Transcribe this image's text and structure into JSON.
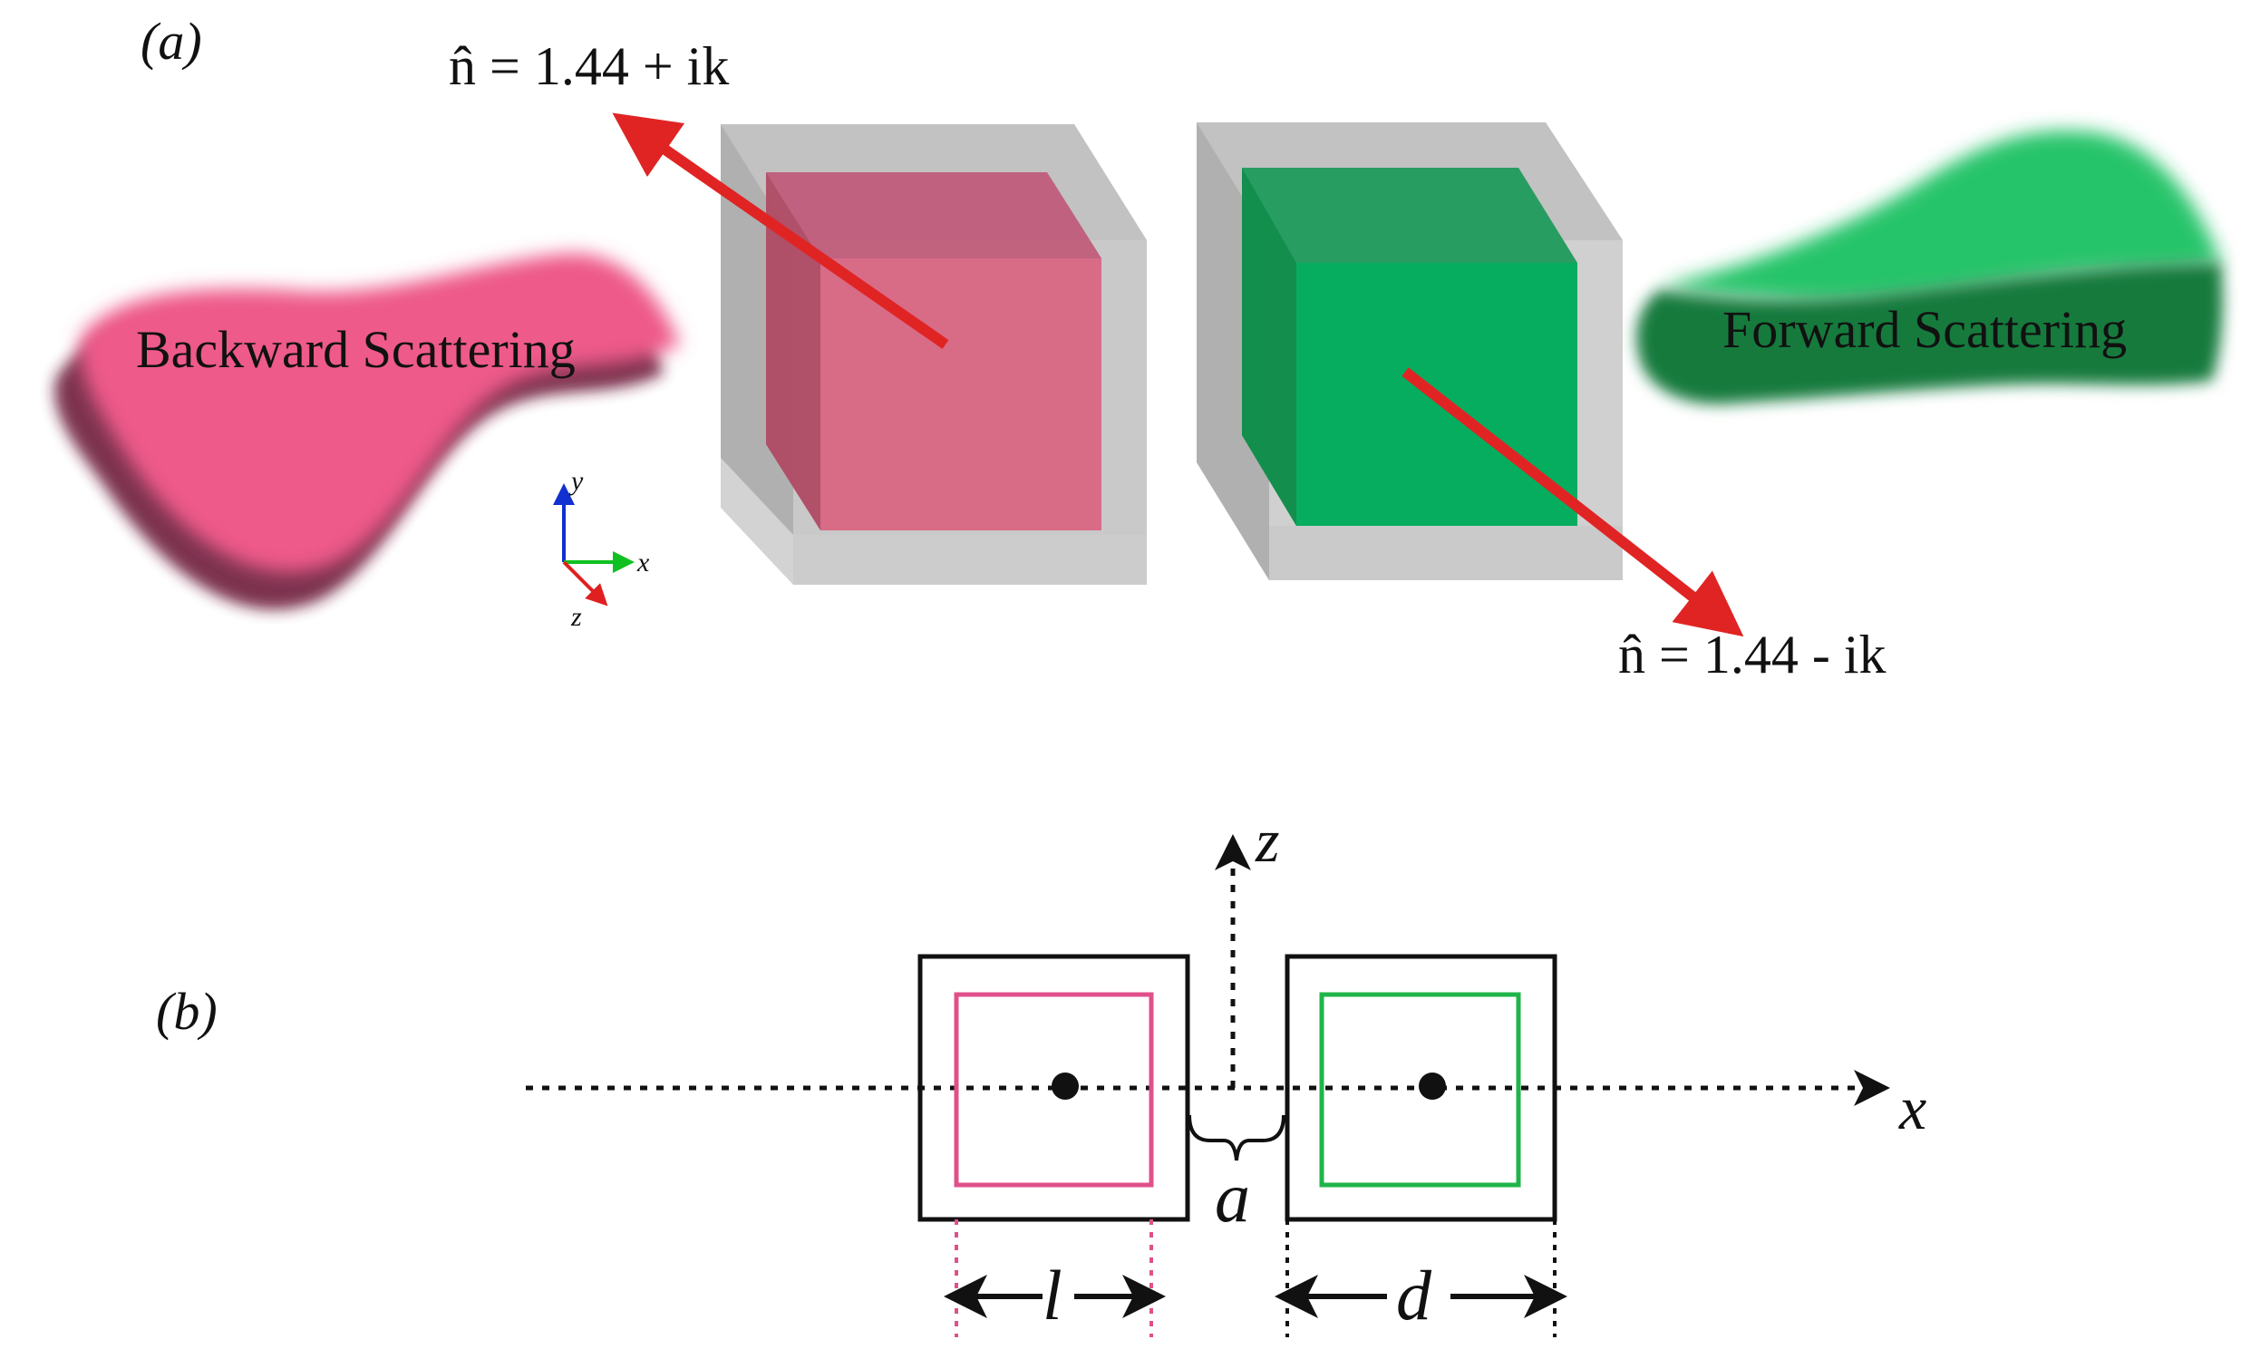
{
  "panel_a": {
    "label": "(a)",
    "backward_label": "Backward Scattering",
    "forward_label": "Forward Scattering",
    "index_top": "n̂ = 1.44 + ik",
    "index_bottom": "n̂ = 1.44 - ik",
    "axis_x": "x",
    "axis_y": "y",
    "axis_z": "z",
    "colors": {
      "gain_cube": "#d9607f",
      "loss_cube": "#00a85a",
      "shell": "#b8b8b8",
      "arrow": "#e02424",
      "backward_lobe": "#ee5a8a",
      "forward_lobe": "#1fb85f"
    }
  },
  "panel_b": {
    "label": "(b)",
    "axis_x": "x",
    "axis_z": "z",
    "dim_l": "l",
    "dim_a": "a",
    "dim_d": "d",
    "colors": {
      "outer_square": "#111111",
      "inner_left": "#e0508a",
      "inner_right": "#1fb44a"
    }
  }
}
